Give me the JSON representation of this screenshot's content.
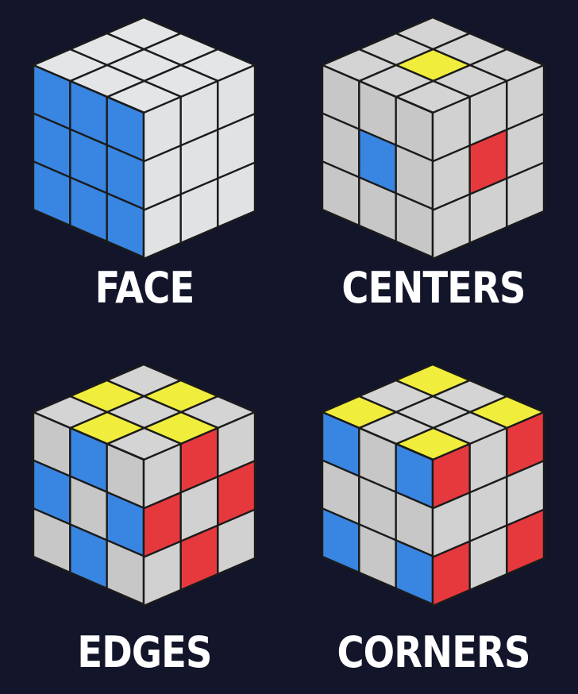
{
  "colors": {
    "background": "#13162a",
    "caption": "#ffffff",
    "edge_line": "#1b1b1b",
    "W": "#e4e5e7",
    "G": "#d4d4d4",
    "B": "#3d8ef0",
    "Y": "#f1ed3c",
    "R": "#ea3a3f"
  },
  "face_shade": {
    "top": 1.0,
    "left": 0.94,
    "right": 0.985
  },
  "panels": [
    {
      "label": "FACE",
      "top": [
        "W",
        "W",
        "W",
        "W",
        "W",
        "W",
        "W",
        "W",
        "W"
      ],
      "left": [
        "B",
        "B",
        "B",
        "B",
        "B",
        "B",
        "B",
        "B",
        "B"
      ],
      "right": [
        "W",
        "W",
        "W",
        "W",
        "W",
        "W",
        "W",
        "W",
        "W"
      ]
    },
    {
      "label": "CENTERS",
      "top": [
        "G",
        "G",
        "G",
        "G",
        "Y",
        "G",
        "G",
        "G",
        "G"
      ],
      "left": [
        "G",
        "G",
        "G",
        "G",
        "B",
        "G",
        "G",
        "G",
        "G"
      ],
      "right": [
        "G",
        "G",
        "G",
        "G",
        "R",
        "G",
        "G",
        "G",
        "G"
      ]
    },
    {
      "label": "EDGES",
      "top": [
        "G",
        "Y",
        "G",
        "Y",
        "G",
        "Y",
        "G",
        "Y",
        "G"
      ],
      "left": [
        "G",
        "B",
        "G",
        "B",
        "G",
        "B",
        "G",
        "B",
        "G"
      ],
      "right": [
        "G",
        "R",
        "G",
        "R",
        "G",
        "R",
        "G",
        "R",
        "G"
      ]
    },
    {
      "label": "CORNERS",
      "top": [
        "Y",
        "G",
        "Y",
        "G",
        "G",
        "G",
        "Y",
        "G",
        "Y"
      ],
      "left": [
        "B",
        "G",
        "B",
        "G",
        "G",
        "G",
        "B",
        "G",
        "B"
      ],
      "right": [
        "R",
        "G",
        "R",
        "G",
        "G",
        "G",
        "R",
        "G",
        "R"
      ]
    }
  ]
}
